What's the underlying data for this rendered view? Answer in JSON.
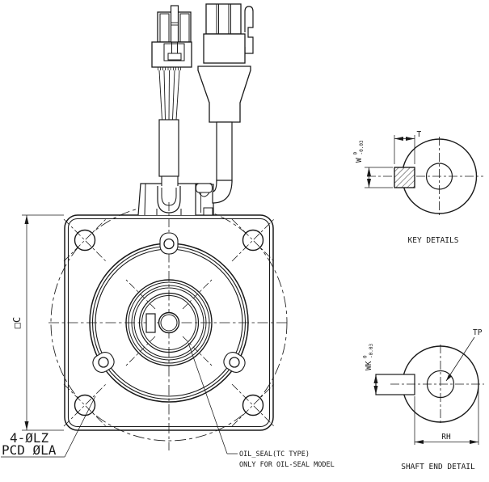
{
  "main_view": {
    "size_label": "□C",
    "holes_label_line1": "4-ØLZ",
    "holes_label_line2": "PCD ØLA",
    "oil_seal_note_line1": "OIL_SEAL(TC TYPE)",
    "oil_seal_note_line2": "ONLY FOR OIL-SEAL MODEL"
  },
  "key_detail": {
    "title": "KEY DETAILS",
    "key_width_label": "W",
    "key_width_tol_upper": "0",
    "key_width_tol_lower": "-0.03",
    "key_height_label": "T"
  },
  "shaft_end_detail": {
    "title": "SHAFT END DETAIL",
    "key_width_label": "WK",
    "key_width_tol_upper": "0",
    "key_width_tol_lower": "-0.03",
    "tap_label": "TP",
    "shaft_dim_label": "RH"
  },
  "colors": {
    "line": "#1a1a1a",
    "background": "#ffffff"
  }
}
